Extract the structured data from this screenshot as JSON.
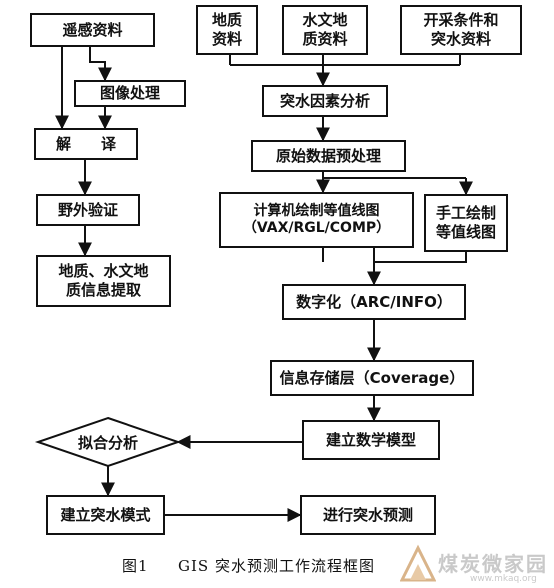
{
  "diagram": {
    "nodes": {
      "remote_sensing": "遥感资料",
      "image_processing": "图像处理",
      "interpretation": "解　　译",
      "field_verification": "野外验证",
      "geo_info_extraction": "地质、水文地\n质信息提取",
      "geology_data": "地质\n资料",
      "hydrogeology_data": "水文地\n质资料",
      "mining_inrush_data": "开采条件和\n突水资料",
      "inrush_factor_analysis": "突水因素分析",
      "raw_data_preprocessing": "原始数据预处理",
      "computer_contour": "计算机绘制等值线图\n（VAX/RGL/COMP）",
      "manual_contour": "手工绘制\n等值线图",
      "digitization": "数字化（ARC/INFO）",
      "info_storage_layer": "信息存储层（Coverage）",
      "build_math_model": "建立数学模型",
      "fitting_analysis": "拟合分析",
      "build_inrush_mode": "建立突水模式",
      "inrush_prediction": "进行突水预测"
    },
    "caption_number": "图1",
    "caption_title": "GIS 突水预测工作流程框图",
    "watermark_text": "煤炭微家园",
    "watermark_url": "www.mkaq.org"
  }
}
